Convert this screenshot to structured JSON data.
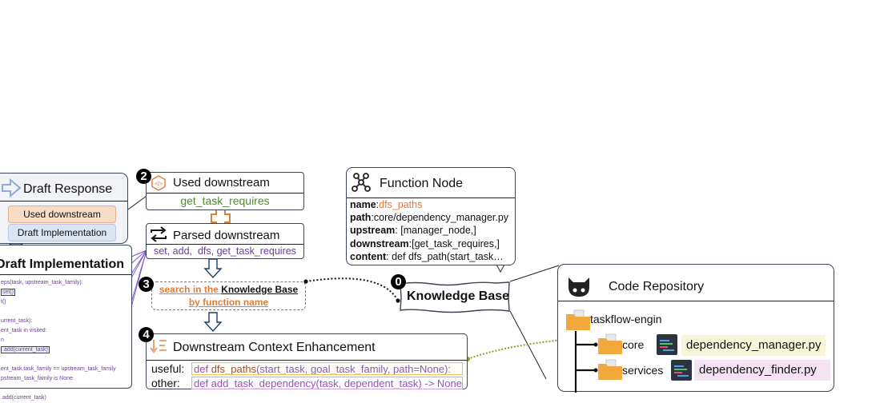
{
  "draft_response": {
    "title": "Draft Response",
    "tags": [
      "Used downstream",
      "Draft Implementation"
    ]
  },
  "draft_implementation": {
    "title": "Draft Implementation",
    "code_lines": [
      {
        "text": "eps(task, upstream_task_family):"
      },
      {
        "text": "set()",
        "boxed": true
      },
      {
        "text": "t()"
      },
      {
        "text": ""
      },
      {
        "text": "urrent_task):"
      },
      {
        "text": "ent_task in visited:"
      },
      {
        "text": "n"
      },
      {
        "text": ".add(current_task)",
        "boxed": true
      },
      {
        "text": ""
      },
      {
        "text": "ent_task.task_family == upstream_task_family"
      },
      {
        "text": "pstream_task_family is None"
      },
      {
        "text": ""
      },
      {
        "text": ".add(current_task)"
      }
    ]
  },
  "step2": {
    "badge": "2",
    "used_title": "Used downstream",
    "used_value": "get_task_requires",
    "parsed_title": "Parsed downstream",
    "parsed_value": "set, add,  dfs, get_task_requires"
  },
  "step3": {
    "badge": "3",
    "line1_orange": "search in the ",
    "line1_dark": "Knowledge Base",
    "line2": "by function name"
  },
  "step4": {
    "badge": "4",
    "title": "Downstream Context Enhancement",
    "useful_label": "useful:",
    "useful_code_def": "def ",
    "useful_code_name": "dfs_paths",
    "useful_code_args": "(start_task, goal_task_family, path=None):",
    "other_label": "other:",
    "other_code": "def add_task_dependency(task, dependent_task) -> None:"
  },
  "function_node": {
    "title": "Function Node",
    "fields": [
      {
        "key": "name",
        "sep": ":",
        "value": "dfs_paths",
        "highlight": true
      },
      {
        "key": "path",
        "sep": ":",
        "value": "core/dependency_manager.py"
      },
      {
        "key": "upstream",
        "sep": ": ",
        "value": "[manager_node,]"
      },
      {
        "key": "downstream",
        "sep": ":",
        "value": "[get_task_requires,]"
      },
      {
        "key": "content",
        "sep": ": ",
        "value": "def dfs_path(start_task…"
      }
    ]
  },
  "knowledge_base": {
    "badge": "0",
    "label": "Knowledge Base"
  },
  "code_repository": {
    "title": "Code Repository",
    "root": "taskflow-engin",
    "folders": [
      {
        "name": "core",
        "file": "dependency_manager.py",
        "file_bg": "#f7f6d9"
      },
      {
        "name": "services",
        "file": "dependency_finder.py",
        "file_bg": "#f3e3f3"
      }
    ]
  },
  "colors": {
    "accent_orange": "#e07b39",
    "purple": "#6a3d9a",
    "green": "#4f8a2e",
    "olive_dotted": "#9a9a2a"
  }
}
